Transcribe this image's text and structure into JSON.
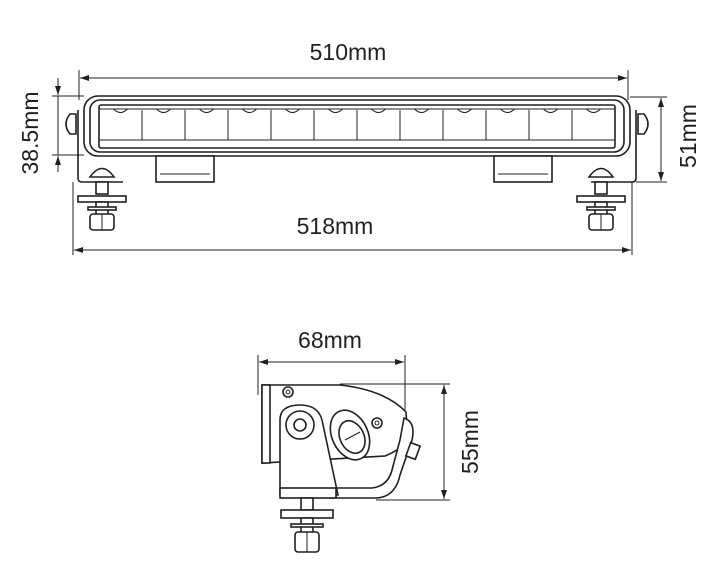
{
  "front_view": {
    "length_label": "510mm",
    "overall_length_label": "518mm",
    "lens_height_label": "38.5mm",
    "overall_height_label": "51mm",
    "led_segments": 12
  },
  "side_view": {
    "depth_label": "68mm",
    "height_label": "55mm"
  },
  "colors": {
    "line": "#231f20",
    "background": "#ffffff"
  }
}
